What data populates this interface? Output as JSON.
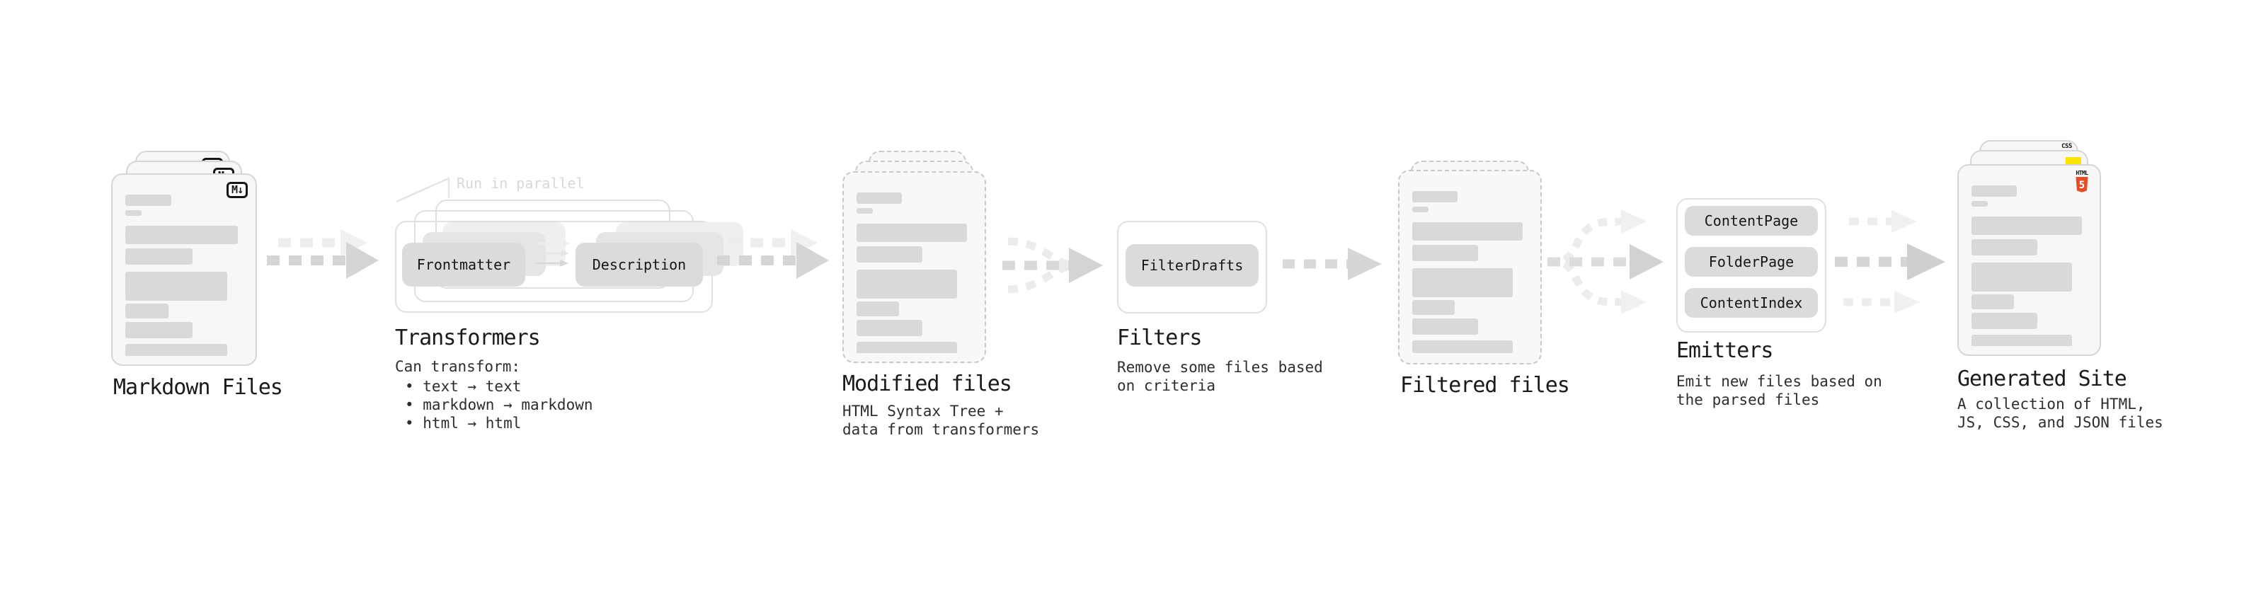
{
  "diagram": {
    "markdown_files": {
      "title": "Markdown Files",
      "badge": "M↓"
    },
    "transformers": {
      "title": "Transformers",
      "parallel_note": "Run in parallel",
      "pills": [
        {
          "label": "Frontmatter"
        },
        {
          "label": "Description"
        }
      ],
      "note": "Can transform:",
      "bullets": [
        "• text → text",
        "• markdown → markdown",
        "• html → html"
      ]
    },
    "modified_files": {
      "title": "Modified files",
      "subtitle": "HTML Syntax Tree +\ndata from transformers"
    },
    "filters": {
      "title": "Filters",
      "subtitle": "Remove some files based\non criteria",
      "pills": [
        {
          "label": "FilterDrafts"
        }
      ]
    },
    "filtered_files": {
      "title": "Filtered files"
    },
    "emitters": {
      "title": "Emitters",
      "subtitle": "Emit new files based on\nthe parsed files",
      "pills": [
        {
          "label": "ContentPage"
        },
        {
          "label": "FolderPage"
        },
        {
          "label": "ContentIndex"
        }
      ]
    },
    "generated_site": {
      "title": "Generated Site",
      "subtitle": "A collection of HTML,\nJS, CSS, and JSON files",
      "badges": {
        "css": "CSS",
        "html_logo": "HTML",
        "html_number": "5"
      }
    }
  },
  "colors": {
    "page-bg": "#ffffff",
    "card-bg": "#f7f7f7",
    "card-border": "#d6d6d6",
    "dashed-border": "#c9c9c9",
    "bar": "#d9d9d9",
    "pill-bg": "#dbdbdb",
    "pill-echo1": "#e5e5e5",
    "pill-echo2": "#efefef",
    "frame-border": "#e0e0e0",
    "arrow": "#d5d5d5",
    "arrow-light": "#ededed",
    "text": "#1a1a1a",
    "text-muted": "#2e2e2e",
    "faded-label": "#d8d8d8",
    "html-orange": "#e44d26",
    "css-blue": "#2965f1",
    "js-yellow": "#fde300"
  }
}
